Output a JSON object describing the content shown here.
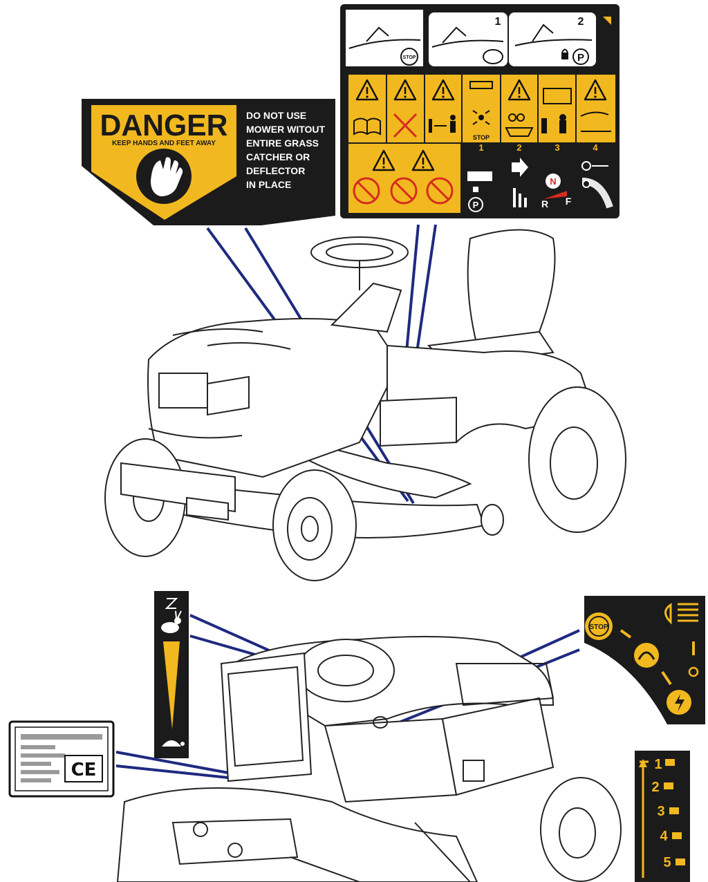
{
  "danger_decal": {
    "title": "DANGER",
    "subtitle": "KEEP HANDS AND FEET AWAY",
    "warning_lines": [
      "DO NOT USE",
      "MOWER WITOUT",
      "ENTIRE GRASS",
      "CATCHER OR",
      "DEFLECTOR",
      "IN PLACE"
    ],
    "colors": {
      "background": "#1b1b1b",
      "accent": "#f2b81f"
    }
  },
  "operation_decal": {
    "top_panel_numbers": [
      "1",
      "2"
    ],
    "stop_label": "STOP",
    "park_symbol": "P",
    "warning_row_stop": "STOP",
    "grid_numbers": [
      "1",
      "2",
      "3",
      "4"
    ],
    "neutral_symbol": "N",
    "reverse_symbol": "R",
    "forward_symbol": "F",
    "colors": {
      "background": "#1b1b1b",
      "accent": "#f2b81f",
      "prohibit": "#d52b1e"
    }
  },
  "throttle_decal": {
    "icons": [
      "choke-icon",
      "rabbit-icon",
      "speed-wedge-icon",
      "turtle-icon"
    ]
  },
  "ignition_decal": {
    "stop_label": "STOP",
    "icons": [
      "headlight-icon",
      "engine-icon",
      "start-icon"
    ]
  },
  "id_plate": {
    "mark": "CE"
  },
  "height_decal": {
    "levels": [
      "1",
      "2",
      "3",
      "4",
      "5"
    ]
  },
  "line_color": "#1f2a80"
}
